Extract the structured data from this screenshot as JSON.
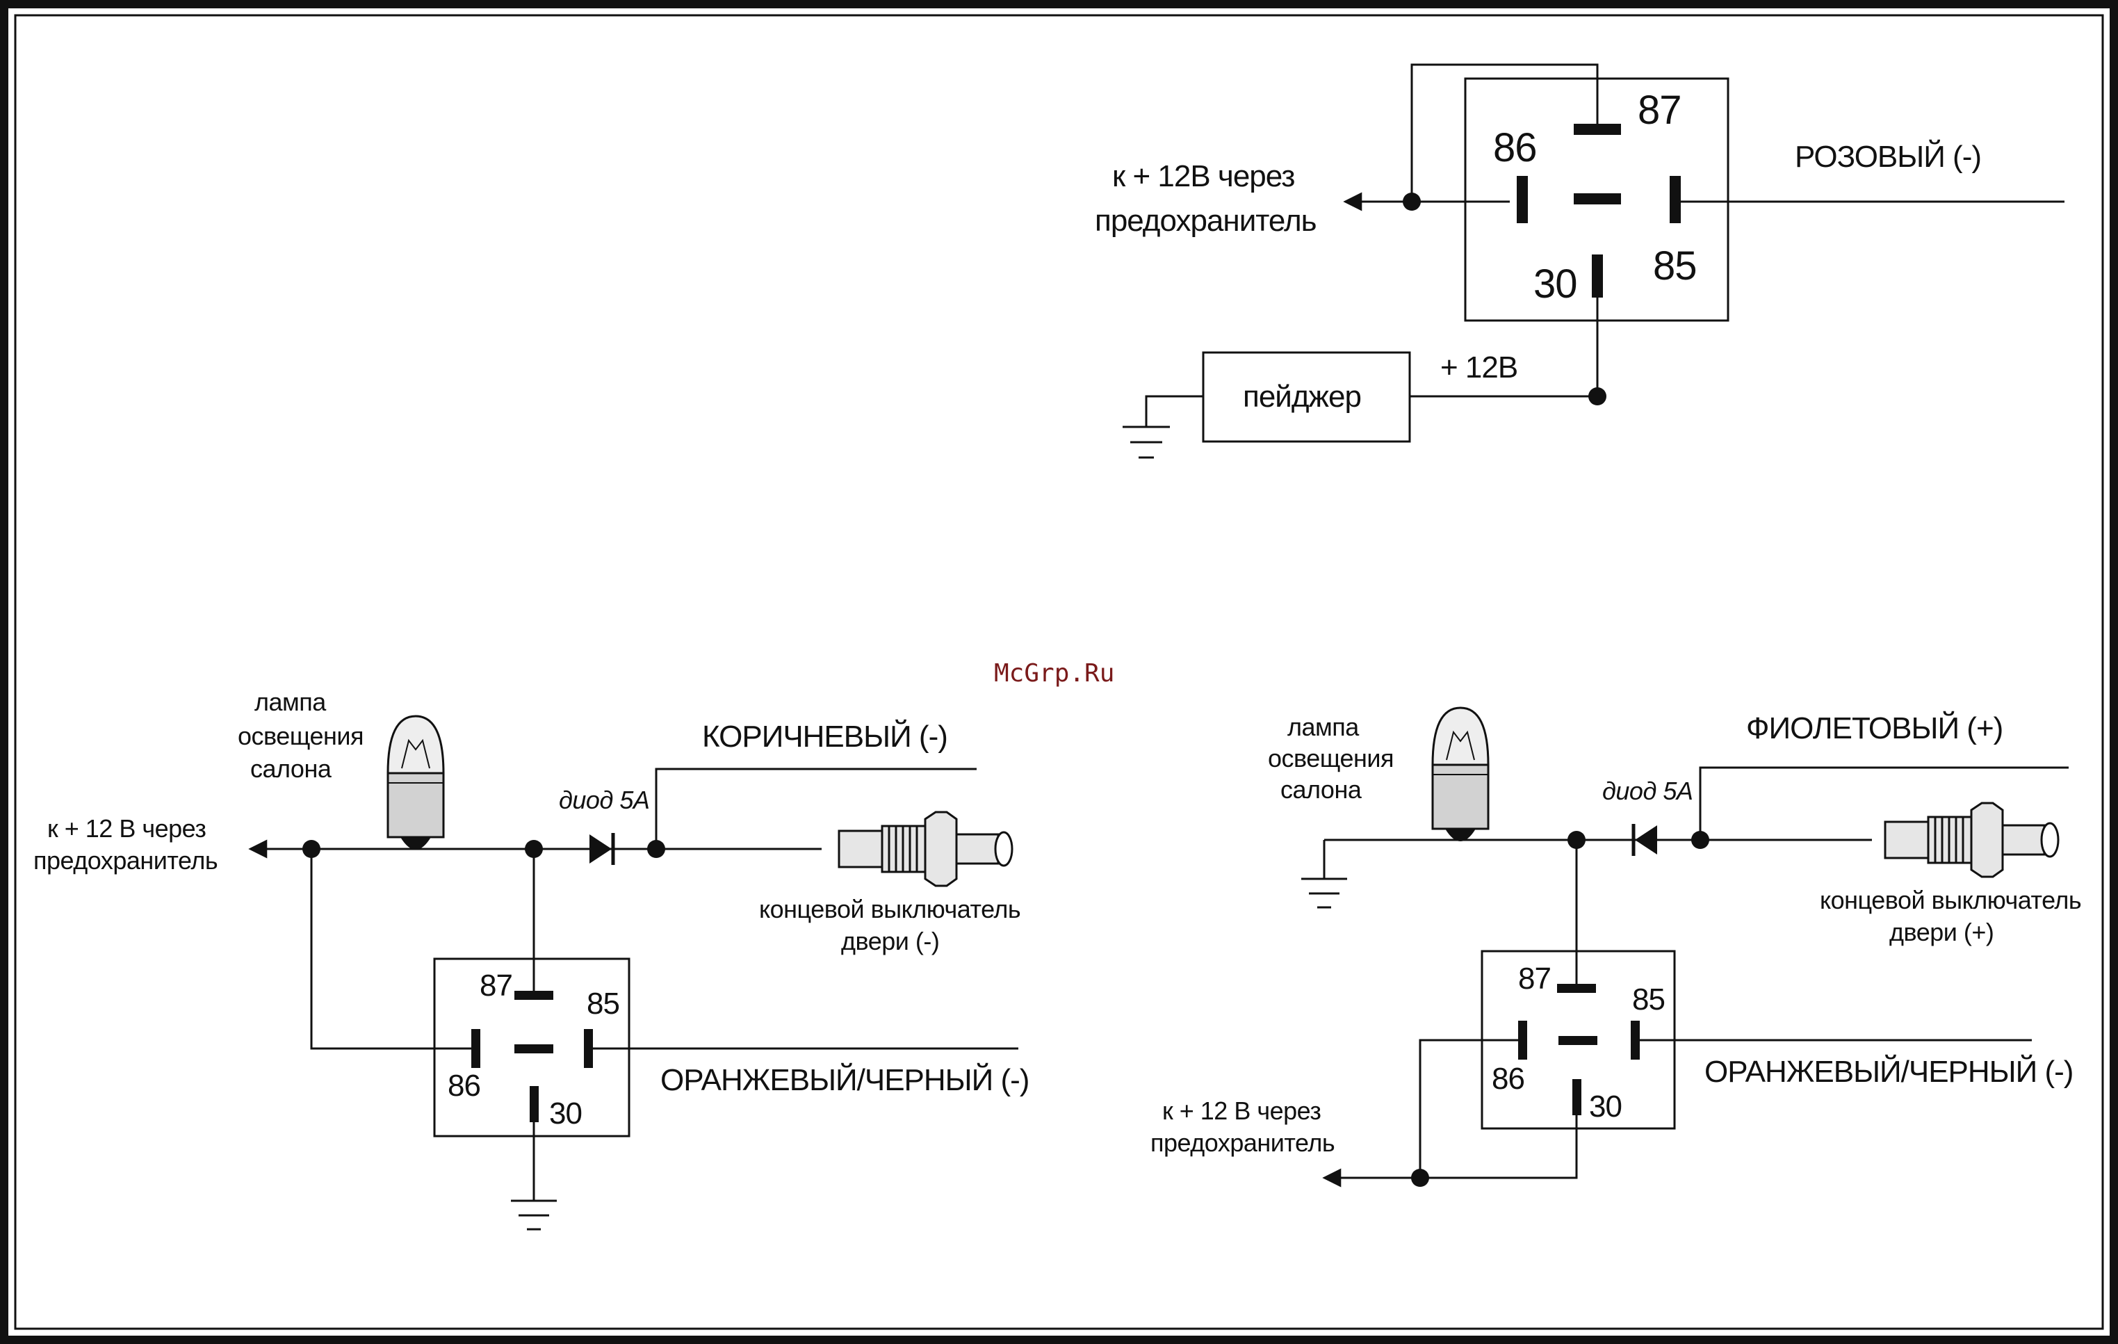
{
  "watermark": "McGrp.Ru",
  "relay_pins": {
    "p86": "86",
    "p87": "87",
    "p85": "85",
    "p30": "30"
  },
  "top": {
    "supply": [
      "к + 12В через",
      "предохранитель"
    ],
    "wire": "РОЗОВЫЙ (-)",
    "pager": "пейджер",
    "plus12": "+ 12В"
  },
  "left": {
    "lamp": [
      "лампа",
      "освещения",
      "салона"
    ],
    "supply": [
      "к + 12 В через",
      "предохранитель"
    ],
    "diode": "диод 5А",
    "wire_top": "КОРИЧНЕВЫЙ (-)",
    "switch": [
      "концевой выключатель",
      "двери (-)"
    ],
    "wire_bottom": "ОРАНЖЕВЫЙ/ЧЕРНЫЙ (-)"
  },
  "right": {
    "lamp": [
      "лампа",
      "освещения",
      "салона"
    ],
    "supply": [
      "к + 12 В через",
      "предохранитель"
    ],
    "diode": "диод 5А",
    "wire_top": "ФИОЛЕТОВЫЙ (+)",
    "switch": [
      "концевой выключатель",
      "двери (+)"
    ],
    "wire_bottom": "ОРАНЖЕВЫЙ/ЧЕРНЫЙ (-)"
  },
  "colors": {
    "line": "#111111",
    "lamp_glass": "#eeeeee",
    "lamp_base": "#d2d2d2",
    "switch_body": "#e6e6e6",
    "watermark": "#7a1a1a"
  }
}
